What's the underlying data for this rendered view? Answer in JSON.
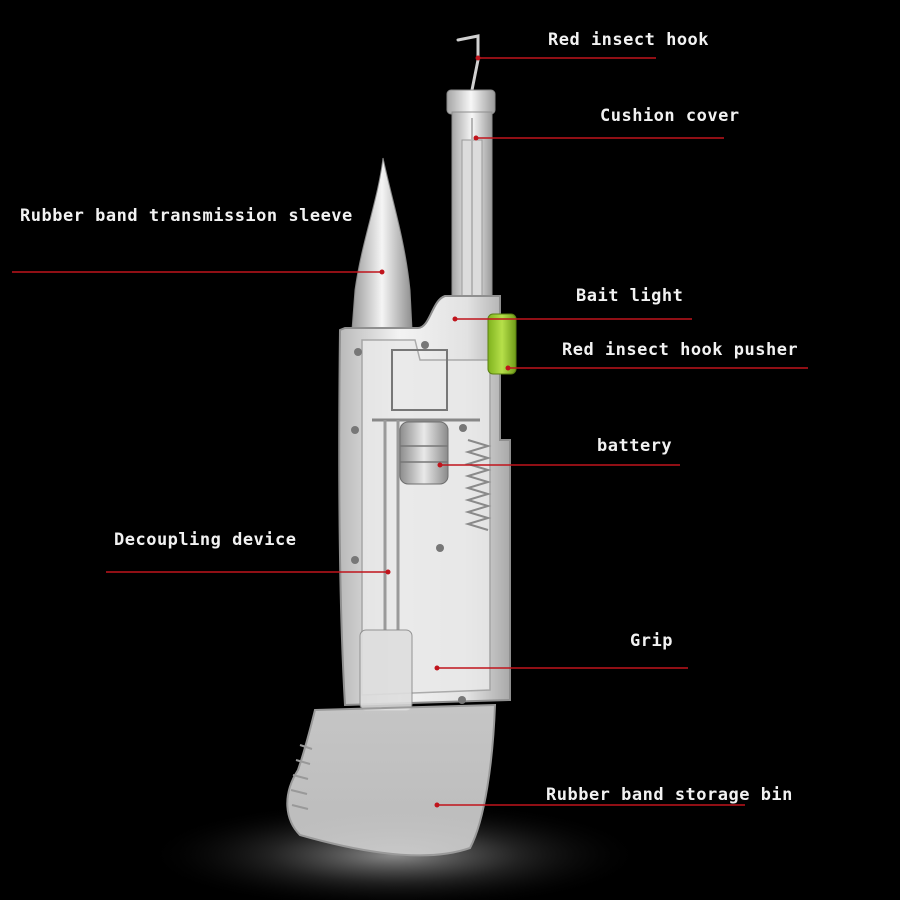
{
  "colors": {
    "background": "#000000",
    "leader_line": "#c0141c",
    "label_text": "#f2f2f2",
    "green_button": "#9acd32"
  },
  "labels": {
    "red_insect_hook": "Red insect hook",
    "cushion_cover": "Cushion cover",
    "rubber_band_transmission_sleeve": "Rubber band transmission sleeve",
    "bait_light": "Bait light",
    "red_insect_hook_pusher": "Red insect hook pusher",
    "battery": "battery",
    "decoupling_device": "Decoupling device",
    "grip": "Grip",
    "rubber_band_storage_bin": "Rubber band storage bin"
  }
}
